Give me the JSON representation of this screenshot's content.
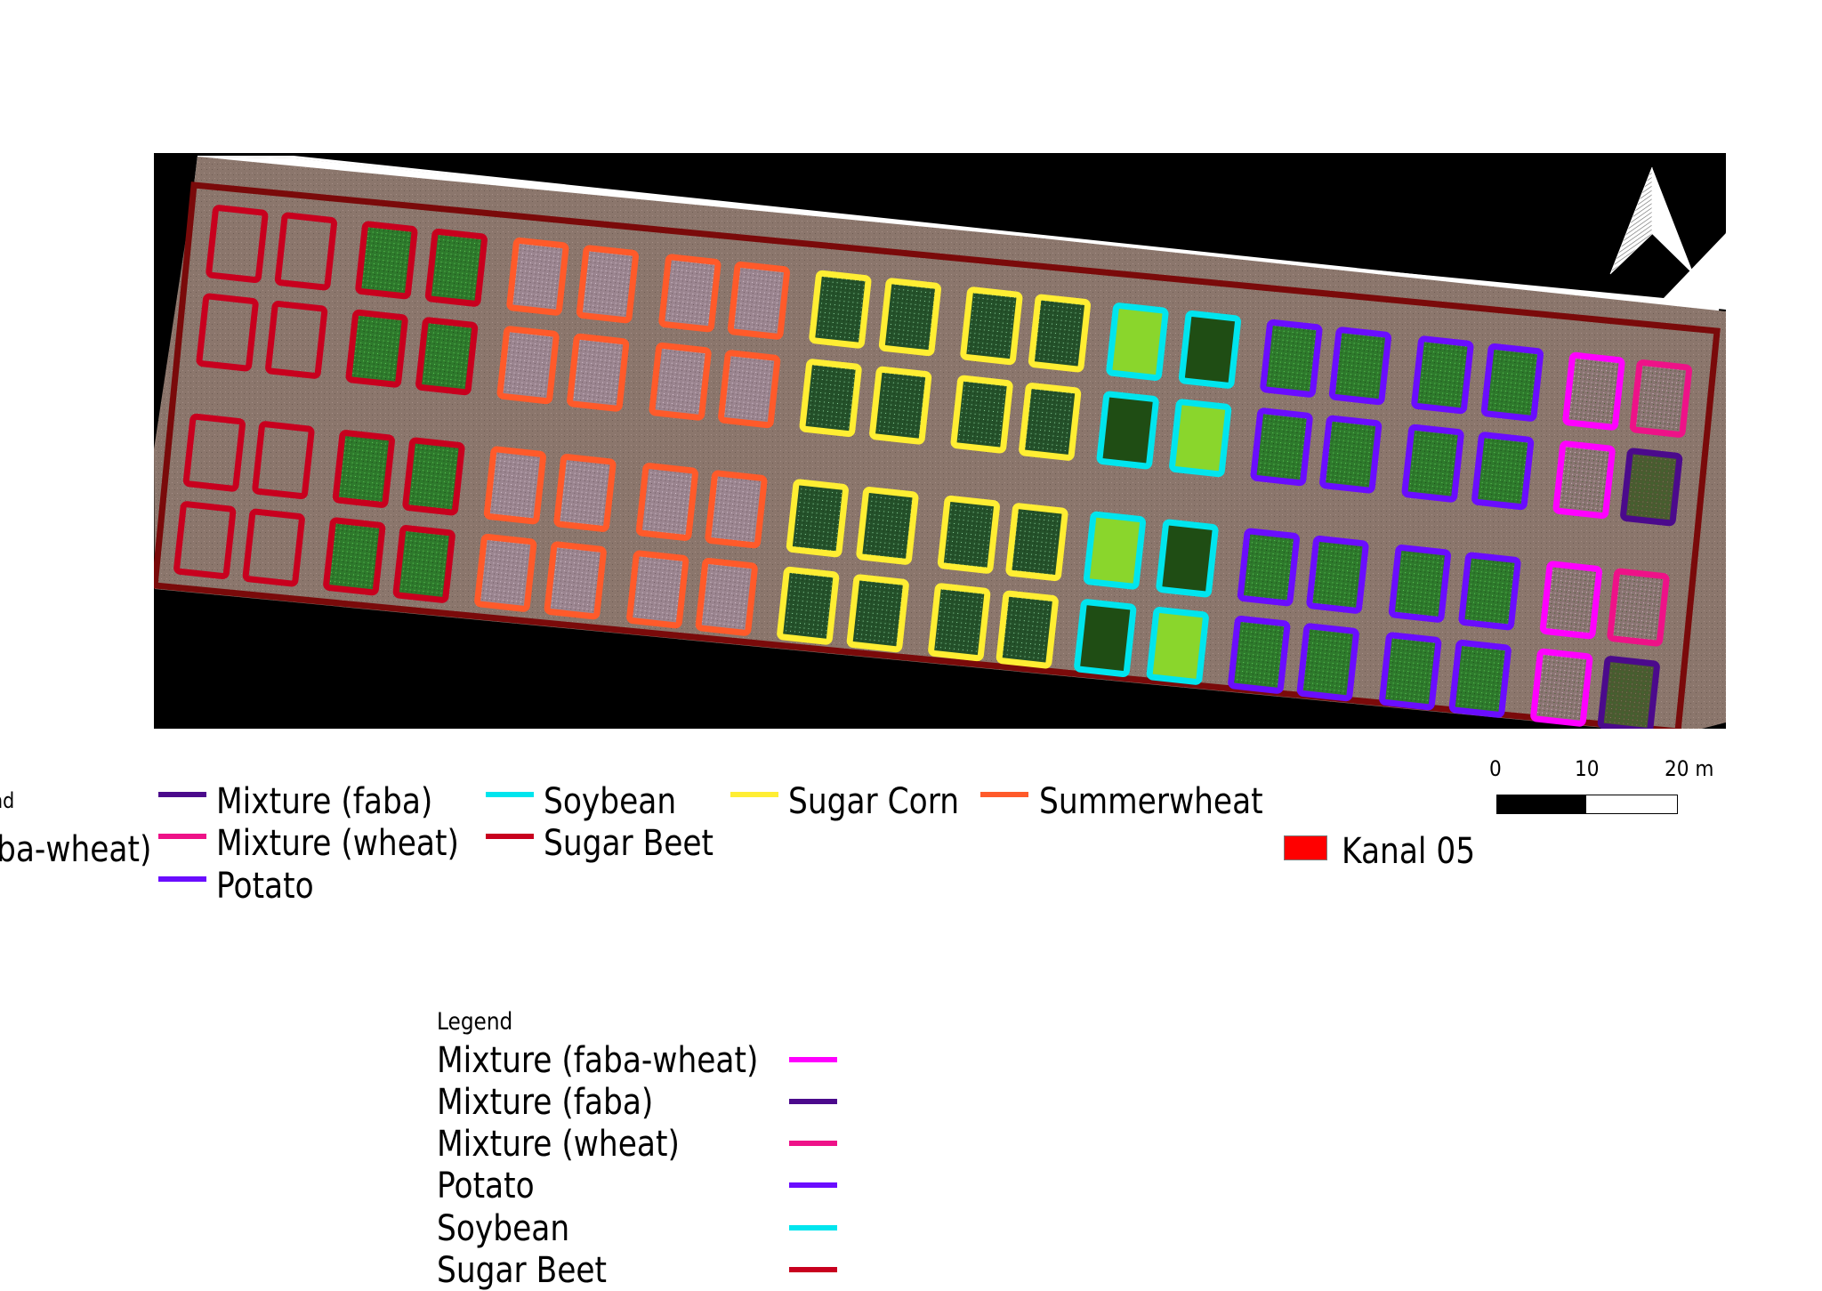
{
  "map": {
    "north_arrow": "north-arrow-icon",
    "boundary_color": "#7a0a0a",
    "soil_color": "#8b766c",
    "blocks": [
      {
        "crop": "Sugar Beet",
        "color": "#c8001e",
        "columns": 4
      },
      {
        "crop": "Summerwheat",
        "color": "#ff5a2a",
        "columns": 4
      },
      {
        "crop": "Sugar Corn",
        "color": "#ffee33",
        "columns": 4
      },
      {
        "crop": "Soybean",
        "color": "#00e5ee",
        "columns": 2
      },
      {
        "crop": "Potato",
        "color": "#6a0dff",
        "columns": 4
      },
      {
        "crop": "Mixture",
        "color": "#ff00ff",
        "columns": 2
      }
    ],
    "rows": 4
  },
  "top_legend": {
    "title_fragment": "nd",
    "first_item_fragment": "ba-wheat)",
    "items": [
      {
        "label": "Mixture (faba)",
        "color": "#4b0a8c"
      },
      {
        "label": "Mixture (wheat)",
        "color": "#ee1288"
      },
      {
        "label": "Potato",
        "color": "#6a0dff"
      },
      {
        "label": "Soybean",
        "color": "#00e5ee"
      },
      {
        "label": "Sugar Beet",
        "color": "#c8001e"
      },
      {
        "label": "Sugar Corn",
        "color": "#ffee33"
      },
      {
        "label": "Summerwheat",
        "color": "#ff5a2a"
      }
    ],
    "raster": {
      "label": "Kanal 05",
      "color": "#ff0000"
    }
  },
  "scale_bar": {
    "labels": [
      "0",
      "10",
      "20 m"
    ]
  },
  "bottom_legend": {
    "title": "Legend",
    "items": [
      {
        "label": "Mixture (faba-wheat)",
        "color": "#ff00ff"
      },
      {
        "label": "Mixture (faba)",
        "color": "#4b0a8c"
      },
      {
        "label": "Mixture (wheat)",
        "color": "#ee1288"
      },
      {
        "label": "Potato",
        "color": "#6a0dff"
      },
      {
        "label": "Soybean",
        "color": "#00e5ee"
      },
      {
        "label": "Sugar Beet",
        "color": "#c8001e"
      }
    ]
  }
}
